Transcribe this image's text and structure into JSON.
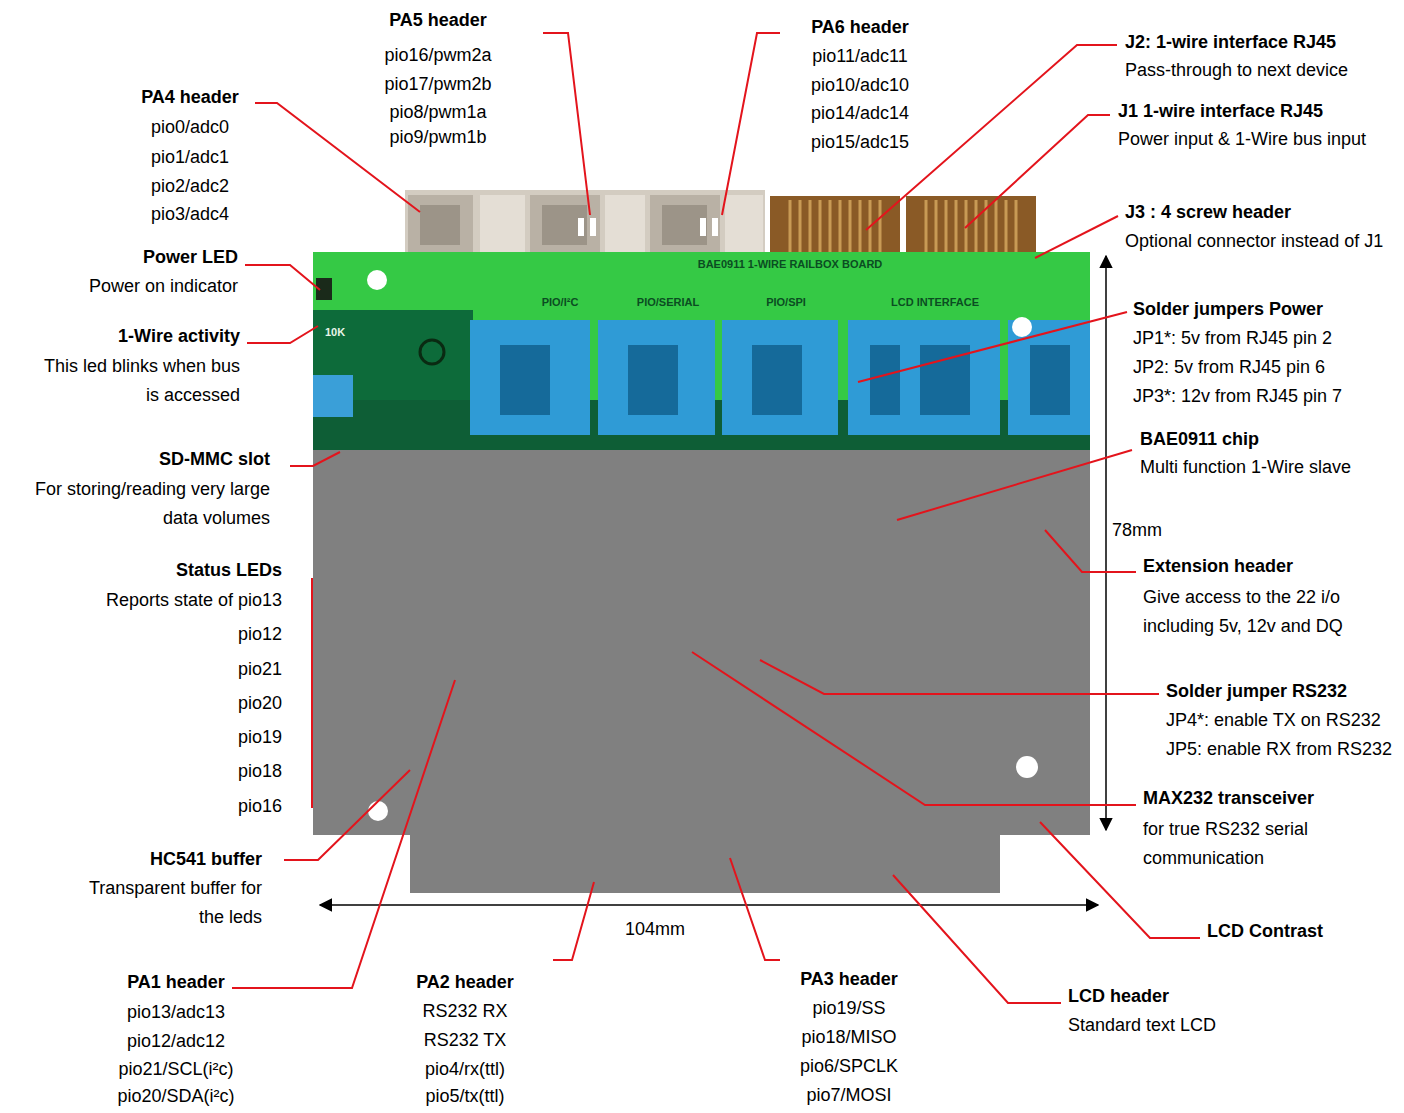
{
  "diagram": {
    "labels": [
      "PA5 header",
      "pio16/pwm2a",
      "pio17/pwm2b",
      "pio8/pwm1a",
      "pio9/pwm1b",
      "PA6 header",
      "pio11/adc11",
      "pio10/adc10",
      "pio14/adc14",
      "pio15/adc15",
      "J2: 1-wire interface RJ45",
      "Pass-through to next device",
      "J1 1-wire interface RJ45",
      "Power input & 1-Wire bus input",
      "J3 : 4 screw header",
      "Optional connector instead of J1",
      "Solder jumpers Power",
      "JP1*: 5v from RJ45 pin 2",
      "JP2: 5v from RJ45 pin 6",
      "JP3*: 12v from RJ45 pin 7",
      "BAE0911 chip",
      "Multi function 1-Wire slave",
      "78mm",
      "Extension header",
      "Give access to the 22 i/o including 5v, 12v and DQ",
      "Solder jumper RS232",
      "JP4*: enable TX on RS232",
      "JP5: enable RX from RS232",
      "MAX232 transceiver",
      "for true RS232 serial communication",
      "LCD Contrast",
      "PA4 header",
      "pio0/adc0",
      "pio1/adc1",
      "pio2/adc2",
      "pio3/adc4",
      "Power LED",
      "Power on indicator",
      "1-Wire activity",
      "This led blinks when bus is accessed",
      "SD-MMC slot",
      "For storing/reading very large data volumes",
      "Status LEDs",
      "Reports state of pio13",
      "pio12",
      "pio21",
      "pio20",
      "pio19",
      "pio18",
      "pio16",
      "HC541 buffer",
      "Transparent buffer for the leds",
      "104mm",
      "PA1 header",
      "pio13/adc13",
      "pio12/adc12",
      "pio21/SCL(i²c)",
      "pio20/SDA(i²c)",
      "PA2 header",
      "RS232 RX",
      "RS232 TX",
      "pio4/rx(ttl)",
      "pio5/tx(ttl)",
      "PA3 header",
      "pio19/SS",
      "pio18/MISO",
      "pio6/SPCLK",
      "pio7/MOSI",
      "LCD header",
      "Standard text LCD",
      "BAE0911 1-WIRE RAILBOX BOARD",
      "PIO/I²C",
      "PIO/SERIAL",
      "PIO/SPI",
      "LCD INTERFACE",
      "10K"
    ]
  }
}
